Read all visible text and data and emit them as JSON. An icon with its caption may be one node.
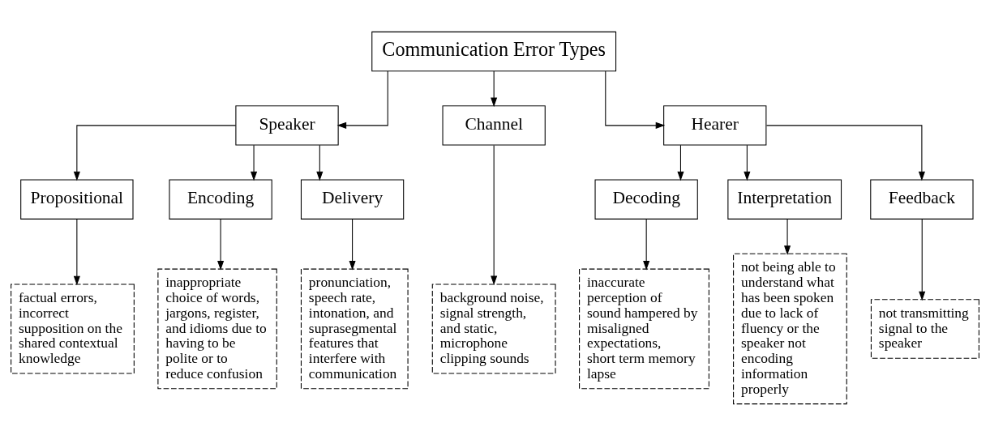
{
  "diagram": {
    "nodes": [
      {
        "text": [
          "Communication Error Types"
        ]
      },
      {
        "text": [
          "Speaker"
        ]
      },
      {
        "text": [
          "Channel"
        ]
      },
      {
        "text": [
          "Hearer"
        ]
      },
      {
        "text": [
          "Propositional"
        ]
      },
      {
        "text": [
          "Encoding"
        ]
      },
      {
        "text": [
          "Delivery"
        ]
      },
      {
        "text": [
          "Decoding"
        ]
      },
      {
        "text": [
          "Interpretation"
        ]
      },
      {
        "text": [
          "Feedback"
        ]
      },
      {
        "text": [
          "factual errors, incorrect supposition on the shared contextual knowledge"
        ]
      },
      {
        "text": [
          "inappropriate choice of words, jargons, register, and idioms due to having to be polite or to reduce confusion"
        ]
      },
      {
        "text": [
          "pronunciation, speech rate, intonation, and suprasegmental features that interfere with communication"
        ]
      },
      {
        "text": [
          "background noise, signal strength, and static, microphone clipping sounds"
        ]
      },
      {
        "text": [
          "inaccurate perception of sound hampered by misaligned expectations, short term memory lapse"
        ]
      },
      {
        "text": [
          "not being able to understand what has been spoken due to lack of fluency or the speaker not encoding information properly"
        ]
      },
      {
        "text": [
          "not transmitting signal to the speaker"
        ]
      }
    ],
    "edges": [
      {
        "from": 0,
        "to": 1,
        "arrow": "to"
      },
      {
        "from": 0,
        "to": 2,
        "arrow": "to"
      },
      {
        "from": 0,
        "to": 3,
        "arrow": "to"
      },
      {
        "from": 1,
        "to": 4,
        "arrow": "to"
      },
      {
        "from": 1,
        "to": 5,
        "arrow": "to"
      },
      {
        "from": 1,
        "to": 6,
        "arrow": "to"
      },
      {
        "from": 3,
        "to": 7,
        "arrow": "to"
      },
      {
        "from": 3,
        "to": 8,
        "arrow": "to"
      },
      {
        "from": 3,
        "to": 9,
        "arrow": "to"
      },
      {
        "from": 4,
        "to": 10,
        "arrow": "to"
      },
      {
        "from": 5,
        "to": 11,
        "arrow": "to"
      },
      {
        "from": 6,
        "to": 12,
        "arrow": "to"
      },
      {
        "from": 2,
        "to": 13,
        "arrow": "to"
      },
      {
        "from": 7,
        "to": 14,
        "arrow": "to"
      },
      {
        "from": 8,
        "to": 15,
        "arrow": "to"
      },
      {
        "from": 9,
        "to": 16,
        "arrow": "to"
      }
    ]
  }
}
